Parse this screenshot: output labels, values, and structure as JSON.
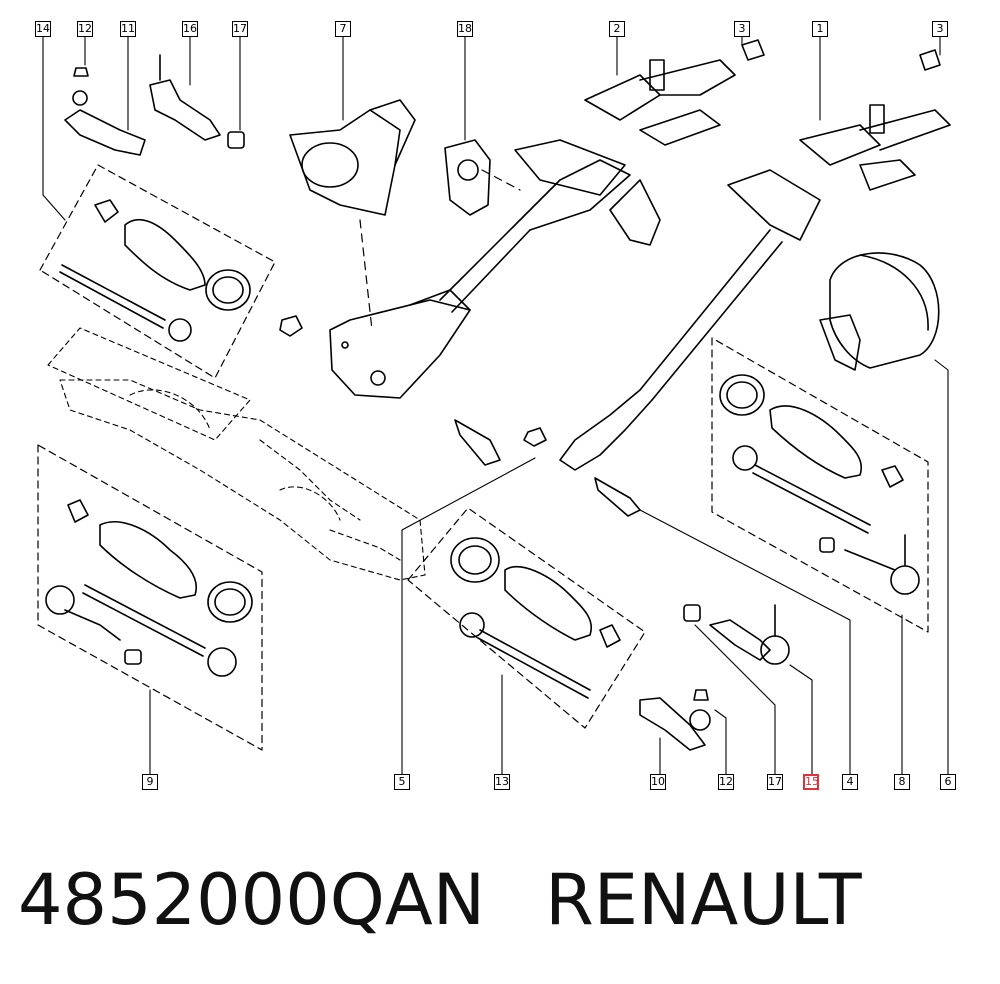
{
  "callouts": [
    {
      "id": "c14",
      "text": "14"
    },
    {
      "id": "c12a",
      "text": "12"
    },
    {
      "id": "c11",
      "text": "11"
    },
    {
      "id": "c16",
      "text": "16"
    },
    {
      "id": "c17a",
      "text": "17"
    },
    {
      "id": "c7",
      "text": "7"
    },
    {
      "id": "c18",
      "text": "18"
    },
    {
      "id": "c2",
      "text": "2"
    },
    {
      "id": "c3a",
      "text": "3"
    },
    {
      "id": "c1",
      "text": "1"
    },
    {
      "id": "c3b",
      "text": "3"
    },
    {
      "id": "c9",
      "text": "9"
    },
    {
      "id": "c5",
      "text": "5"
    },
    {
      "id": "c13",
      "text": "13"
    },
    {
      "id": "c10",
      "text": "10"
    },
    {
      "id": "c12b",
      "text": "12"
    },
    {
      "id": "c17b",
      "text": "17"
    },
    {
      "id": "c15",
      "text": "15",
      "highlight": true
    },
    {
      "id": "c4",
      "text": "4"
    },
    {
      "id": "c8",
      "text": "8"
    },
    {
      "id": "c6",
      "text": "6"
    }
  ],
  "caption": {
    "part_number": "4852000QAN",
    "brand": "RENAULT"
  },
  "colors": {
    "line": "#000000",
    "highlight": "#e0323a",
    "background": "#ffffff"
  }
}
